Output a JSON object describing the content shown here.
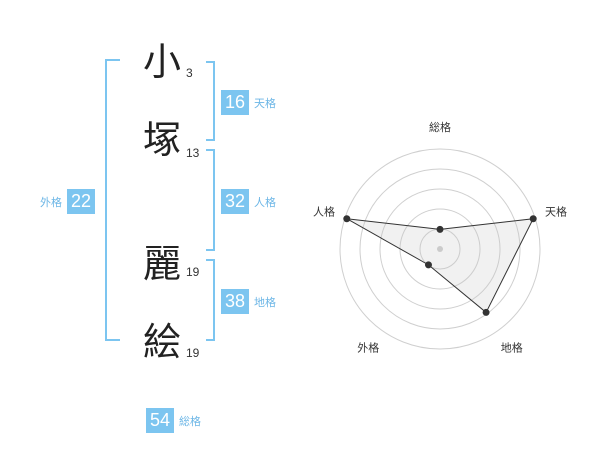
{
  "name": {
    "chars": [
      {
        "char": "小",
        "strokes": "3"
      },
      {
        "char": "塚",
        "strokes": "13"
      },
      {
        "char": "麗",
        "strokes": "19"
      },
      {
        "char": "絵",
        "strokes": "19"
      }
    ]
  },
  "kaku": {
    "tenkaku": {
      "value": "16",
      "label": "天格"
    },
    "jinkaku": {
      "value": "32",
      "label": "人格"
    },
    "chikaku": {
      "value": "38",
      "label": "地格"
    },
    "gaikaku": {
      "value": "22",
      "label": "外格"
    },
    "soukaku": {
      "value": "54",
      "label": "総格"
    }
  },
  "colors": {
    "accent": "#7cc5f0",
    "bracket": "#7cc5f0"
  },
  "chart_data": {
    "type": "radar",
    "axes": [
      "総格",
      "天格",
      "地格",
      "外格",
      "人格"
    ],
    "values": [
      1,
      5,
      4,
      1,
      5
    ],
    "max": 5,
    "rings": 5,
    "grid": true
  }
}
